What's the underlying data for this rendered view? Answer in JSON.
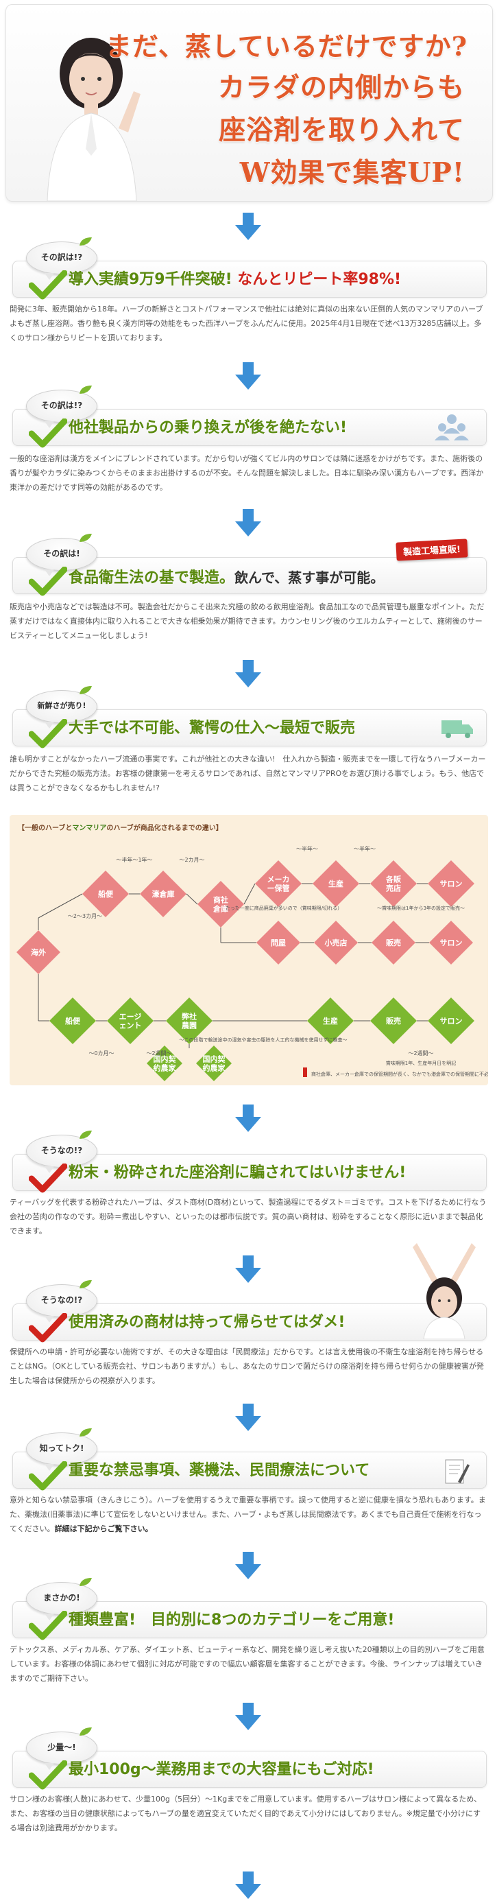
{
  "hero": {
    "line1": "まだ、蒸しているだけですか?",
    "line2": "カラダの内側からも",
    "line3": "座浴剤を取り入れて",
    "line4": "W効果で集客UP!"
  },
  "sections": [
    {
      "badge": "その訳は!?",
      "title": "導入実績9万9千件突破!",
      "title_sub": "なんとリピート率98%!",
      "body": "開発に3年、販売開始から18年。ハーブの新鮮さとコストパフォーマンスで他社には絶対に真似の出来ない圧倒的人気のマンマリアのハーブよもぎ蒸し座浴剤。香り艶も良く漢方同等の効能をもった西洋ハーブをふんだんに使用。2025年4月1日現在で述べ13万3285店舗以上。多くのサロン様からリピートを頂いております。"
    },
    {
      "badge": "その訳は!?",
      "title": "他社製品からの乗り換えが後を絶たない!",
      "body": "一般的な座浴剤は漢方をメインにブレンドされています。だから匂いが強くてビル内のサロンでは隣に迷惑をかけがちです。また、施術後の香りが髪やカラダに染みつくからそのままお出掛けするのが不安。そんな問題を解決しました。日本に馴染み深い漢方もハーブです。西洋か東洋かの差だけです同等の効能があるのです。"
    },
    {
      "badge": "その訳は!",
      "stamp": "製造工場直販!",
      "title": "食品衛生法の基で製造。",
      "title_sub": "飲んで、蒸す事が可能。",
      "body": "販売店や小売店などでは製造は不可。製造会社だからこそ出来た究極の飲める飲用座浴剤。食品加工なので品質管理も厳重なポイント。ただ蒸すだけではなく直接体内に取り入れることで大きな相乗効果が期待できます。カウンセリング後のウエルカムティーとして、施術後のサービスティーとしてメニュー化しましょう!"
    },
    {
      "badge": "新鮮さが売り!",
      "title": "大手では不可能、驚愕の仕入〜最短で販売",
      "body": "誰も明かすことがなかったハーブ流通の事実です。これが他社との大きな違い!　仕入れから製造・販売までを一環して行なうハーブメーカーだからできた究極の販売方法。お客様の健康第一を考えるサロンであれば、自然とマンマリアPROをお選び頂ける事でしょう。もう、他店では買うことができなくなるかもしれません!?"
    },
    {
      "badge": "そうなの!?",
      "title": "粉末・粉砕された座浴剤に騙されてはいけません!",
      "body": "ティーバッグを代表する粉砕されたハーブは、ダスト商材(D商材)といって、製造過程にでるダスト＝ゴミです。コストを下げるために行なう会社の苦肉の作なのです。粉砕＝煮出しやすい、といったのは都市伝説です。質の高い商材は、粉砕をすることなく原形に近いままで製品化できます。"
    },
    {
      "badge": "そうなの!?",
      "title": "使用済みの商材は持って帰らせてはダメ!",
      "body": "保健所への申請・許可が必要ない施術ですが、その大きな理由は「民間療法」だからです。とは言え使用後の不衛生な座浴剤を持ち帰らせることはNG。（OKとしている販売会社、サロンもありますが。）もし、あなたのサロンで菌だらけの座浴剤を持ち帰らせ何らかの健康被害が発生した場合は保健所からの視察が入ります。"
    },
    {
      "badge": "知ってトク!",
      "title": "重要な禁忌事項、薬機法、民間療法について",
      "body": "意外と知らない禁忌事項（きんきじこう）。ハーブを使用するうえで重要な事柄です。誤って使用すると逆に健康を損なう恐れもあります。また、薬機法(旧薬事法)に準じて宣伝をしないといけません。また、ハーブ・よもぎ蒸しは民間療法です。あくまでも自己責任で施術を行なってください。",
      "body_bold": "詳細は下記からご覧下さい。"
    },
    {
      "badge": "まさかの!",
      "title": "種類豊富!　目的別に8つのカテゴリーをご用意!",
      "body": "デトックス系、メディカル系、ケア系、ダイエット系、ビューティー系など、開発を繰り返し考え抜いた20種類以上の目的別ハーブをご用意しています。お客様の体調にあわせて個別に対応が可能ですので幅広い顧客層を集客することができます。今後、ラインナップは増えていきますのでご期待下さい。"
    },
    {
      "badge": "少量〜!",
      "title": "最小100g〜業務用までの大容量にもご対応!",
      "body": "サロン様のお客様(人数)にあわせて、少量100g（5回分）〜1Kgまでをご用意しています。使用するハーブはサロン様によって異なるため、また、お客様の当日の健康状態によってもハーブの量を適宜変えていただく目的であえて小分けにはしておりません。※規定量で小分けにする場合は別途費用がかかります。"
    }
  ],
  "diagram": {
    "title_pre": "【一般のハーブと",
    "title_brand": "マンマリア",
    "title_post": "のハーブが商品化されるまでの違い】",
    "top_nodes": [
      "船便",
      "濠倉庫",
      "商社倉庫",
      "メーカー保管",
      "生産",
      "各販売店",
      "サロン"
    ],
    "sub_nodes": [
      "問屋",
      "小売店",
      "販売",
      "サロン"
    ],
    "origin": "海外",
    "period_labels": [
      "〜半年〜1年〜",
      "〜2カ月〜",
      "〜半年〜",
      "〜半年〜",
      "〜2〜3カ月〜"
    ],
    "notes": [
      "たった一度に商品廃棄が多いので（賞味期限/切れる）",
      "〜賞味期限は1年から3年の設定で販売〜"
    ],
    "mm_nodes": [
      "船便",
      "エージェント",
      "弊社農園",
      "生産",
      "販売",
      "サロン"
    ],
    "mm_subs": [
      "国内契約農家",
      "国内契約農家"
    ],
    "mm_labels": [
      "〜0カ月〜",
      "〜2週間〜",
      "〜2週間〜"
    ],
    "mm_notes": [
      "〜この段階で輸送途中の湿気や害虫の駆除を人工的な機械を使用せずに検査〜",
      "賞味期限1年、生産年月日を明記"
    ],
    "footer_note": "商社倉庫、メーカー倉庫での保管期間が長く、なかでも港倉庫での保管期間に不必要な湿気や害虫が発生しています。"
  },
  "colors": {
    "accent_green": "#5a8a0e",
    "accent_red": "#d0241c",
    "hero_orange": "#e25a2a",
    "node_pink": "#ea8585",
    "node_green": "#7cb82f",
    "arrow_blue": "#3b8fd6"
  },
  "icons": [
    "check-icon",
    "leaf-icon",
    "arrow-down-icon",
    "people-icon",
    "truck-icon",
    "document-icon"
  ]
}
